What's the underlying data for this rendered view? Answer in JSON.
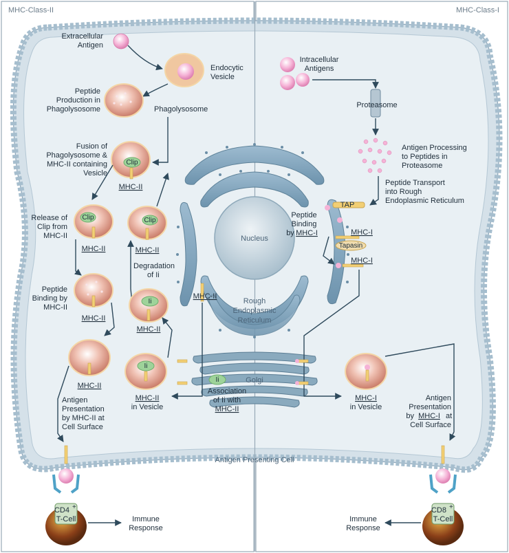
{
  "panels": {
    "left_title": "MHC-Class-II",
    "right_title": "MHC-Class-I"
  },
  "cell_label": "Antigen Presenting Cell",
  "organelles": {
    "nucleus": "Nucleus",
    "rough_er": [
      "Rough",
      "Endoplasmic",
      "Reticulum"
    ],
    "golgi": "Golgi"
  },
  "class_ii": {
    "extracellular_antigen": [
      "Extracellular",
      "Antigen"
    ],
    "endocytic_vesicle": [
      "Endocytic",
      "Vesicle"
    ],
    "peptide_production": [
      "Peptide",
      "Production in",
      "Phagolysosome"
    ],
    "phagolysosome": "Phagolysosome",
    "fusion": [
      "Fusion of",
      "Phagolysosome &",
      "MHC-II containing",
      "Vesicle"
    ],
    "release_of_clip": [
      "Release of",
      "Clip from",
      "MHC-II"
    ],
    "peptide_binding": [
      "Peptide",
      "Binding by",
      "MHC-II"
    ],
    "degradation": [
      "Degradation",
      "of Ii"
    ],
    "in_vesicle": "in Vesicle",
    "association": [
      "Association",
      "of Ii with"
    ],
    "presentation": [
      "Antigen",
      "Presentation",
      "by MHC-II at",
      "Cell Surface"
    ],
    "mhc_label": "MHC-II",
    "clip_label": "Clip",
    "ii_label": "Ii",
    "t_cell": "T-Cell",
    "cd_label": "CD4",
    "sup": "+",
    "immune_response": [
      "Immune",
      "Response"
    ]
  },
  "class_i": {
    "intracellular_antigens": [
      "Intracellular",
      "Antigens"
    ],
    "proteasome": "Proteasome",
    "antigen_processing": [
      "Antigen Processing",
      "to Peptides in",
      "Proteasome"
    ],
    "peptide_transport": [
      "Peptide Transport",
      "into Rough",
      "Endoplasmic Reticulum"
    ],
    "tap": "TAP",
    "peptide_binding": [
      "Peptide",
      "Binding",
      "by"
    ],
    "tapasin": "Tapasin",
    "mhc_label": "MHC-I",
    "in_vesicle": "in Vesicle",
    "presentation_a": [
      "Antigen",
      "Presentation"
    ],
    "presentation_by": "by",
    "presentation_at": "at",
    "presentation_c": "Cell Surface",
    "t_cell": "T-Cell",
    "cd_label": "CD8",
    "sup": "+",
    "immune_response": [
      "Immune",
      "Response"
    ]
  },
  "colors": {
    "membrane_head": "#9fb8c9",
    "membrane_tail": "#e6eef3",
    "cytoplasm": "#e9f0f4",
    "er": "#7ea4bd",
    "nucleus": "#c7d6df",
    "vesicle_fill": "#e3a890",
    "vesicle_rim": "#f4d6a6",
    "antigen": "#f3a9d0",
    "green_ii": "#9ed39a",
    "mhc_yellow": "#f2cf74",
    "arrow": "#2f4a5c"
  }
}
